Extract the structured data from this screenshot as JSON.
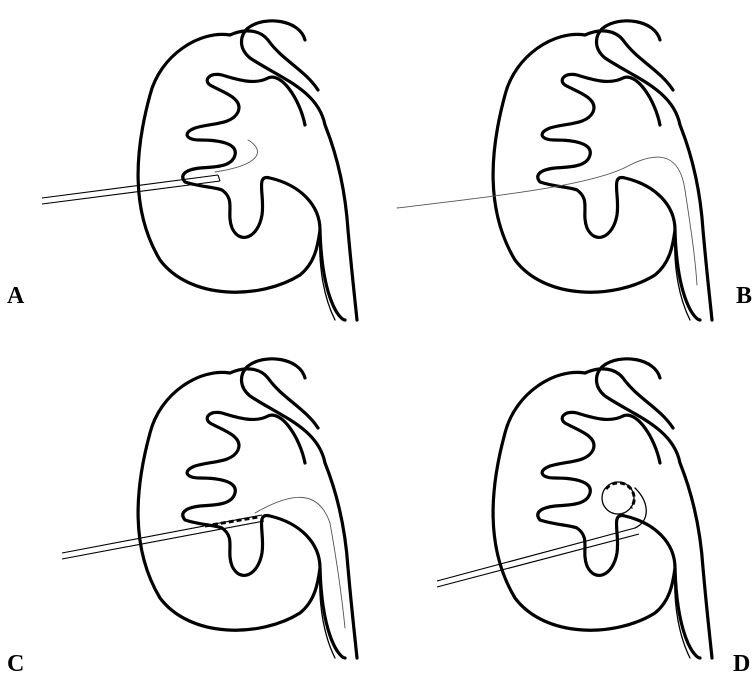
{
  "panels": [
    {
      "id": "A",
      "label": "A",
      "stage": "needle-puncture"
    },
    {
      "id": "B",
      "label": "B",
      "stage": "guidewire-advanced"
    },
    {
      "id": "C",
      "label": "C",
      "stage": "tract-dilation"
    },
    {
      "id": "D",
      "label": "D",
      "stage": "pigtail-catheter-placed"
    }
  ],
  "colors": {
    "line": "#000000",
    "background": "#ffffff"
  }
}
